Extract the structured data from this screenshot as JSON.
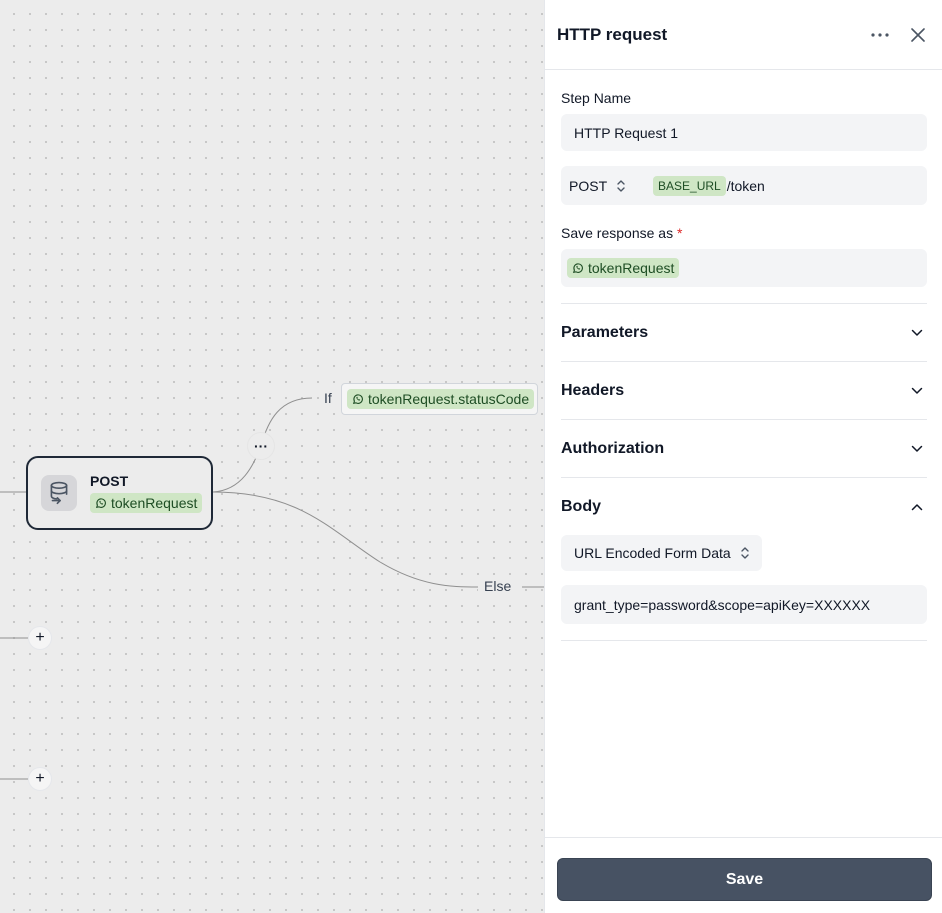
{
  "canvas": {
    "node": {
      "method": "POST",
      "response_var": "tokenRequest"
    },
    "branch": {
      "more_label": "···",
      "if_label": "If",
      "condition": "tokenRequest.statusCode",
      "else_label": "Else"
    },
    "add_label": "+"
  },
  "panel": {
    "title": "HTTP request",
    "step_name_label": "Step Name",
    "step_name_value": "HTTP Request 1",
    "method": "POST",
    "url_variable": "BASE_URL",
    "url_path": "/token",
    "save_response_label": "Save response as",
    "required_mark": "*",
    "save_response_value": "tokenRequest",
    "sections": {
      "parameters": "Parameters",
      "headers": "Headers",
      "authorization": "Authorization",
      "body": "Body"
    },
    "body_type": "URL Encoded Form Data",
    "body_value": "grant_type=password&scope=apiKey=XXXXXX",
    "save_label": "Save"
  },
  "colors": {
    "variable_chip_bg": "#cfe6c5",
    "variable_chip_text": "#1e4d24",
    "save_button_bg": "#475263",
    "node_border": "#1f2937"
  }
}
